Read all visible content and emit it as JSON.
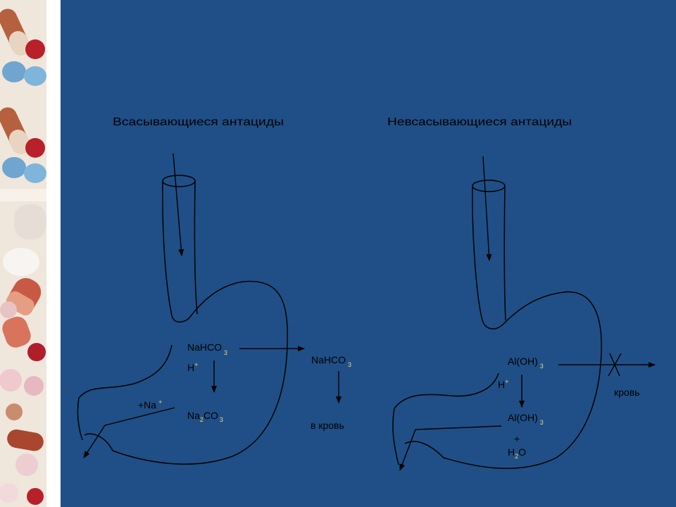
{
  "colors": {
    "slide_background": "#1f4f86",
    "line": "#000000",
    "subscript": "#f2d46a"
  },
  "left_diagram": {
    "heading": "Всасывающиеся антациды",
    "compound_top": "NaHCO",
    "compound_top_sub": "3",
    "ion_h": "H",
    "ion_h_sup": "+",
    "ion_na": "+Na",
    "ion_na_sup": "+",
    "product_main": "Na",
    "product_sub1": "2",
    "product_rest": "CO",
    "product_sub2": "3",
    "outside_compound": "NaHCO",
    "outside_compound_sub": "3",
    "outside_label": "в кровь"
  },
  "right_diagram": {
    "heading": "Невсасывающиеся антациды",
    "compound_top": "Al(OH)",
    "compound_top_sub": "3",
    "ion_h": "H",
    "ion_h_sup": "+",
    "product": "Al(OH)",
    "product_sub": "3",
    "plus": "+",
    "water_h": "H",
    "water_sub": "2",
    "water_o": "O",
    "blocked_label": "кровь"
  }
}
